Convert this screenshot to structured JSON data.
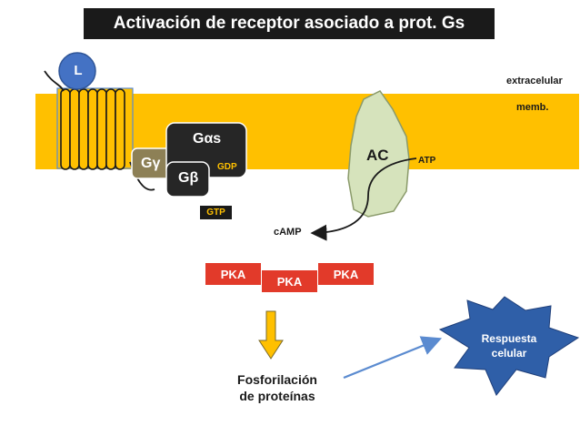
{
  "title": "Activación de receptor asociado a prot. Gs",
  "regions": {
    "extracellular": "extracelular",
    "membrane": "memb."
  },
  "ligand": "L",
  "g_protein": {
    "alpha": "Gαs",
    "beta": "Gβ",
    "gamma": "Gγ",
    "gdp": "GDP",
    "gtp": "GTP"
  },
  "enzyme": {
    "name": "AC",
    "substrate": "ATP",
    "product": "cAMP"
  },
  "kinases": [
    "PKA",
    "PKA",
    "PKA"
  ],
  "outcome": {
    "line1": "Fosforilación",
    "line2": "de proteínas"
  },
  "response": {
    "line1": "Respuesta",
    "line2": "celular"
  },
  "colors": {
    "membrane": "#ffc000",
    "ligand": "#4472c4",
    "g_alpha": "#262626",
    "g_gamma": "#8d8056",
    "enzyme": "#d6e3bc",
    "pka": "#e23a2a",
    "arrow_down": "#ffc000",
    "arrow_blue": "#5b8bd0",
    "star": "#2f5fa8"
  }
}
